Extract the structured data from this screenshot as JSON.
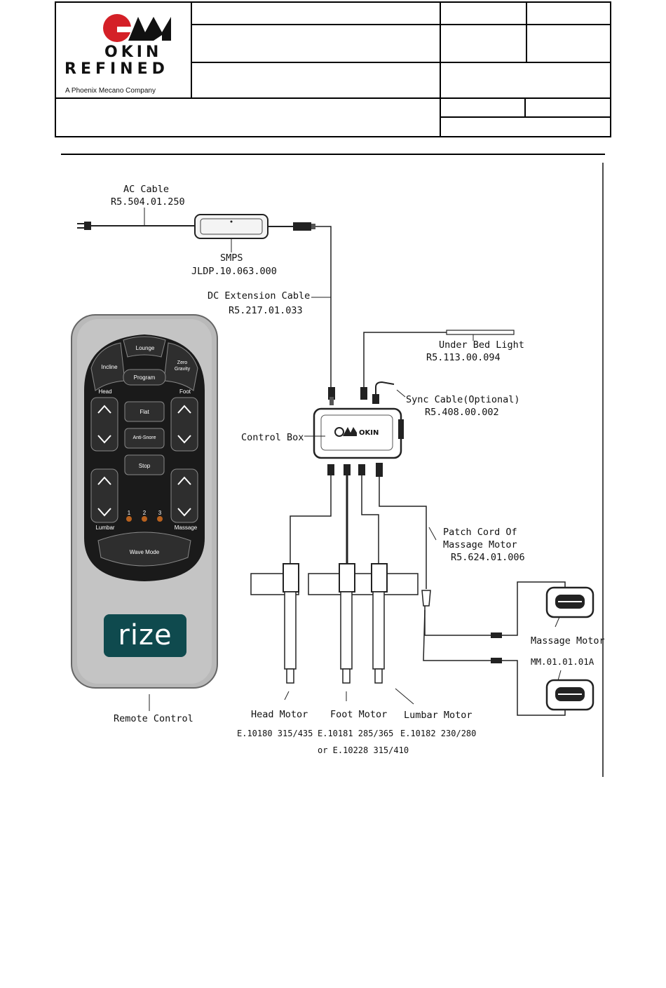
{
  "header": {
    "brand_line1": "OKIN",
    "brand_line2": "REFINED",
    "tagline": "A Phoenix Mecano Company"
  },
  "diagram": {
    "ac_cable": {
      "name": "AC Cable",
      "part": "R5.504.01.250"
    },
    "smps": {
      "name": "SMPS",
      "part": "JLDP.10.063.000"
    },
    "dc_ext": {
      "name": "DC Extension Cable",
      "part": "R5.217.01.033"
    },
    "under_bed_light": {
      "name": "Under Bed Light",
      "part": "R5.113.00.094"
    },
    "sync_cable": {
      "name": "Sync Cable(Optional)",
      "part": "R5.408.00.002"
    },
    "control_box": {
      "name": "Control Box",
      "logo_text": "OKIN"
    },
    "patch_cord": {
      "line1": "Patch Cord Of",
      "line2": "Massage Motor",
      "part": "R5.624.01.006"
    },
    "massage_motor": {
      "name": "Massage Motor",
      "part": "MM.01.01.01A"
    },
    "remote_control": {
      "name": "Remote Control"
    },
    "head_motor": {
      "name": "Head Motor",
      "part": "E.10180 315/435"
    },
    "foot_motor": {
      "name": "Foot Motor",
      "part": "E.10181 285/365",
      "alt": "or E.10228 315/410"
    },
    "lumbar_motor": {
      "name": "Lumbar Motor",
      "part": "E.10182 230/280"
    }
  },
  "remote": {
    "lounge": "Lounge",
    "incline": "Incline",
    "zero_gravity_1": "Zero",
    "zero_gravity_2": "Gravity",
    "program": "Program",
    "head": "Head",
    "foot": "Foot",
    "flat": "Flat",
    "anti_snore": "Anti-Snore",
    "stop": "Stop",
    "lumbar": "Lumbar",
    "massage": "Massage",
    "level_1": "1",
    "level_2": "2",
    "level_3": "3",
    "wave_mode": "Wave Mode",
    "brand": "rize"
  }
}
